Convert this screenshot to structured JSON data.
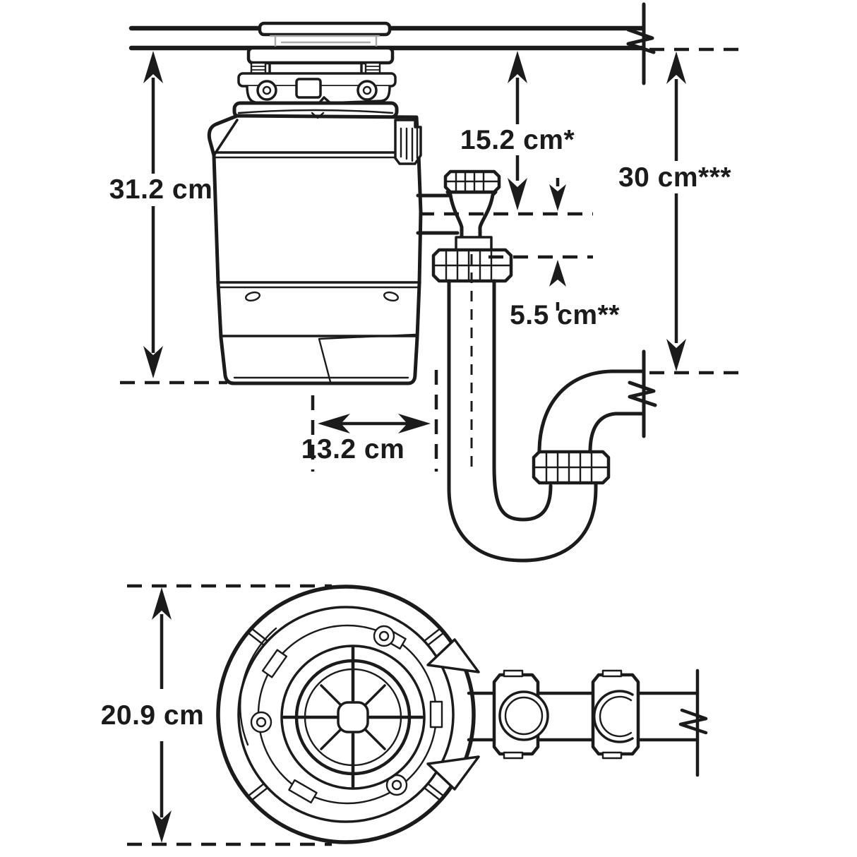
{
  "figure": {
    "kind": "garbage-disposal-installation-dimension-diagram",
    "background_color": "#ffffff",
    "line_color": "#1b1b1b",
    "flange_gray": "#ababab",
    "unit": "cm"
  },
  "side_view": {
    "dimensions": {
      "overall_height": {
        "label": "31.2 cm",
        "value": 31.2
      },
      "counter_to_outlet": {
        "label": "15.2 cm*",
        "value": 15.2
      },
      "counter_to_drain": {
        "label": "30 cm***",
        "value": 30
      },
      "outlet_drop": {
        "label": "5.5 cm**",
        "value": 5.5
      },
      "center_to_trap": {
        "label": "13.2 cm",
        "value": 13.2
      }
    }
  },
  "top_view": {
    "dimensions": {
      "body_width": {
        "label": "20.9 cm",
        "value": 20.9
      }
    }
  }
}
